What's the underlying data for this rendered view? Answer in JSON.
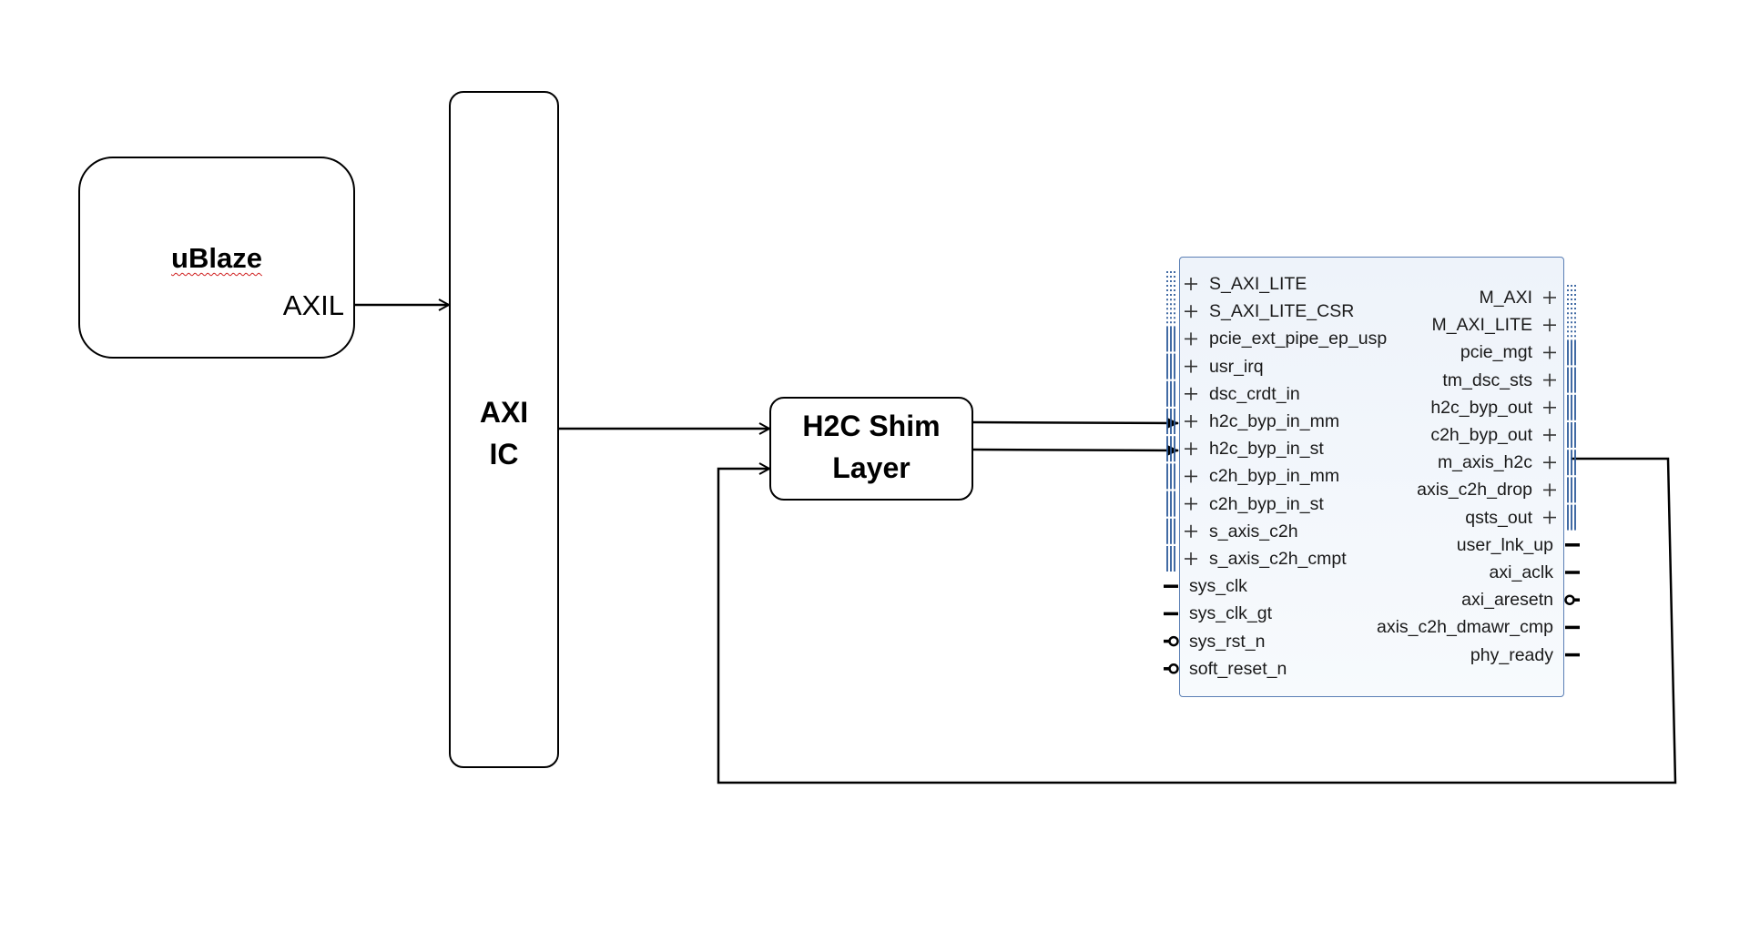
{
  "blocks": {
    "ublaze": {
      "title": "uBlaze",
      "port": "AXIL"
    },
    "axi_ic": {
      "line1": "AXI",
      "line2": "IC"
    },
    "shim": {
      "line1": "H2C Shim",
      "line2": "Layer"
    }
  },
  "ip_block": {
    "left_ports": [
      {
        "name": "S_AXI_LITE",
        "type": "bus"
      },
      {
        "name": "S_AXI_LITE_CSR",
        "type": "bus"
      },
      {
        "name": "pcie_ext_pipe_ep_usp",
        "type": "bus"
      },
      {
        "name": "usr_irq",
        "type": "bus"
      },
      {
        "name": "dsc_crdt_in",
        "type": "bus"
      },
      {
        "name": "h2c_byp_in_mm",
        "type": "bus"
      },
      {
        "name": "h2c_byp_in_st",
        "type": "bus"
      },
      {
        "name": "c2h_byp_in_mm",
        "type": "bus"
      },
      {
        "name": "c2h_byp_in_st",
        "type": "bus"
      },
      {
        "name": "s_axis_c2h",
        "type": "bus"
      },
      {
        "name": "s_axis_c2h_cmpt",
        "type": "bus"
      },
      {
        "name": "sys_clk",
        "type": "wire"
      },
      {
        "name": "sys_clk_gt",
        "type": "wire"
      },
      {
        "name": "sys_rst_n",
        "type": "active_low"
      },
      {
        "name": "soft_reset_n",
        "type": "active_low"
      }
    ],
    "right_ports": [
      {
        "name": "M_AXI",
        "type": "bus"
      },
      {
        "name": "M_AXI_LITE",
        "type": "bus"
      },
      {
        "name": "pcie_mgt",
        "type": "bus"
      },
      {
        "name": "tm_dsc_sts",
        "type": "bus"
      },
      {
        "name": "h2c_byp_out",
        "type": "bus"
      },
      {
        "name": "c2h_byp_out",
        "type": "bus"
      },
      {
        "name": "m_axis_h2c",
        "type": "bus"
      },
      {
        "name": "axis_c2h_drop",
        "type": "bus"
      },
      {
        "name": "qsts_out",
        "type": "bus"
      },
      {
        "name": "user_lnk_up",
        "type": "wire"
      },
      {
        "name": "axi_aclk",
        "type": "wire"
      },
      {
        "name": "axi_aresetn",
        "type": "active_low"
      },
      {
        "name": "axis_c2h_dmawr_cmp",
        "type": "wire"
      },
      {
        "name": "phy_ready",
        "type": "wire"
      }
    ]
  },
  "colors": {
    "ip_border": "#5b7fb5",
    "ip_fill": "#eef3fa",
    "bus_marker": "#2e5b9a",
    "misspell_underline": "#d02020"
  }
}
